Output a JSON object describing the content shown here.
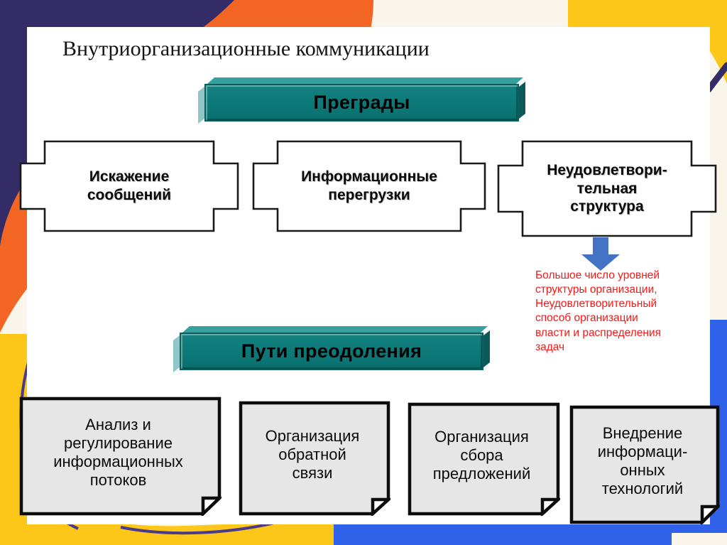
{
  "slide": {
    "title": "Внутриорганизационные коммуникации",
    "background_color": "#FAF5EA",
    "page_color": "#FFFFFF"
  },
  "decor": {
    "navy": "#332C66",
    "orange": "#F26522",
    "yellow": "#FCC719",
    "blue": "#2F62E8",
    "cream": "#FAF5EA"
  },
  "banners": [
    {
      "id": "barriers",
      "label": "Преграды",
      "color": "#0F7B7B"
    },
    {
      "id": "ways",
      "label": "Пути преодоления",
      "color": "#0F7B7B"
    }
  ],
  "barriers": {
    "heading": "Преграды",
    "items": [
      {
        "id": "distortion",
        "lines": [
          "Искажение",
          "сообщений"
        ]
      },
      {
        "id": "overload",
        "lines": [
          "Информационные",
          "перегрузки"
        ]
      },
      {
        "id": "structure",
        "lines": [
          "Неудовлетвори-",
          "тельная",
          "структура"
        ]
      }
    ]
  },
  "annotation": {
    "arrow": "down-arrow",
    "arrow_color": "#4472C4",
    "text": "Большое число уровней\nструктуры организации,\nНеудовлетворительный\nспособ организации\nвласти и распределения\nзадач",
    "color": "#FF1515"
  },
  "solutions": {
    "heading": "Пути преодоления",
    "items": [
      {
        "id": "flows",
        "lines": [
          "Анализ и",
          "регулирование",
          "информационных",
          "потоков"
        ]
      },
      {
        "id": "feedback",
        "lines": [
          "Организация",
          "обратной",
          "связи"
        ]
      },
      {
        "id": "proposals",
        "lines": [
          "Организация",
          "сбора",
          "предложений"
        ]
      },
      {
        "id": "it",
        "lines": [
          "Внедрение",
          "информаци-",
          "онных",
          "технологий"
        ]
      }
    ]
  }
}
